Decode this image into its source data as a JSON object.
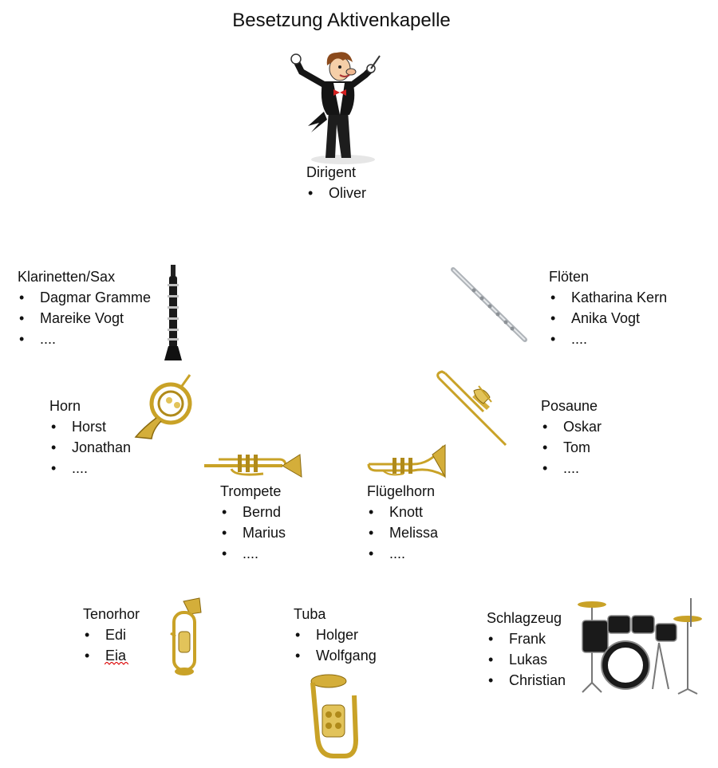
{
  "title": "Besetzung Aktivenkapelle",
  "sections": {
    "dirigent": {
      "label": "Dirigent",
      "members": [
        "Oliver"
      ]
    },
    "klarinetten": {
      "label": "Klarinetten/Sax",
      "members": [
        "Dagmar Gramme",
        "Mareike Vogt",
        "...."
      ]
    },
    "floeten": {
      "label": "Flöten",
      "members": [
        "Katharina Kern",
        "Anika Vogt",
        "...."
      ]
    },
    "horn": {
      "label": "Horn",
      "members": [
        "Horst",
        "Jonathan",
        "...."
      ]
    },
    "posaune": {
      "label": "Posaune",
      "members": [
        "Oskar",
        "Tom",
        "...."
      ]
    },
    "trompete": {
      "label": "Trompete",
      "members": [
        "Bernd",
        "Marius",
        "...."
      ]
    },
    "fluegelhorn": {
      "label": "Flügelhorn",
      "members": [
        "Knott",
        "Melissa",
        "...."
      ]
    },
    "tenorhorn": {
      "label": "Tenorhor",
      "members": [
        "Edi",
        "Eia"
      ]
    },
    "tuba": {
      "label": "Tuba",
      "members": [
        "Holger",
        "Wolfgang"
      ]
    },
    "schlagzeug": {
      "label": "Schlagzeug",
      "members": [
        "Frank",
        "Lukas",
        "Christian"
      ]
    }
  },
  "colors": {
    "brass": "#c9a227",
    "brass_dark": "#8a6a10",
    "silver": "#b8bcc2",
    "black": "#1a1a1a",
    "bow_red": "#d22020"
  }
}
